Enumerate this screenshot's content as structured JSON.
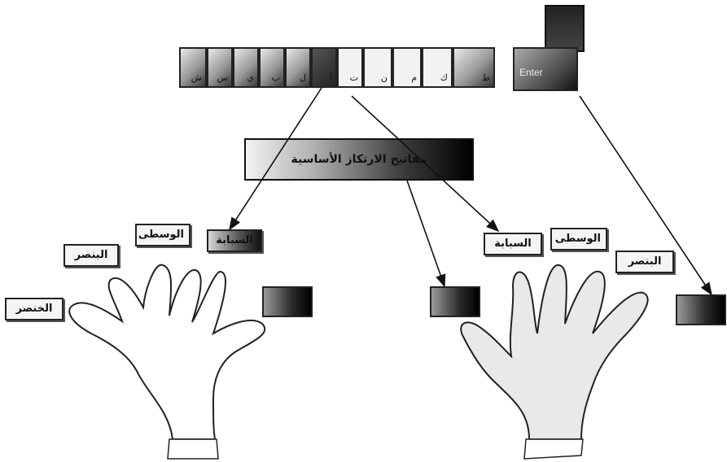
{
  "keyboard_row": {
    "keys": [
      "ش",
      "س",
      "ي",
      "ب",
      "ل",
      "ا",
      "ت",
      "ن",
      "م",
      "ك",
      "ط"
    ],
    "enter_label": "Enter"
  },
  "banner_text": "مفاتيح الارتكاز الأساسية",
  "left_hand": {
    "labels": [
      "الخنصر",
      "البنصر",
      "الوسطى",
      "السبابة"
    ]
  },
  "right_hand": {
    "labels": [
      "السبابة",
      "الوسطى",
      "البنصر"
    ]
  },
  "colors": {
    "outline": "#222222",
    "hand_fill_right": "#e9e9e9",
    "hand_fill_left": "#ffffff"
  }
}
